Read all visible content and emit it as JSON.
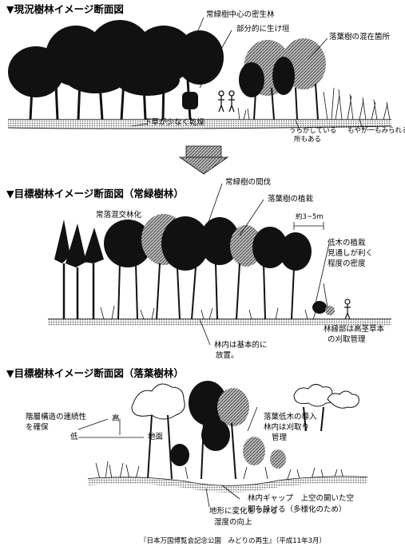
{
  "panel1": {
    "title": "▼現況樹林イメージ断面図",
    "labels": {
      "evergreen_dense": "常緑樹中心の密生林",
      "partial_hedge": "部分的に生け垣",
      "deciduous_mixed": "落葉樹の混在箇所",
      "understory_scarce": "下草が少なく乾燥",
      "bare_line1": "うらがしている",
      "bare_line2": "所もある",
      "some_visible": "もやが一もみられる"
    }
  },
  "panel2": {
    "title": "▼目標樹林イメージ断面図（常緑樹林）",
    "labels": {
      "evergreen_thinning": "常緑樹の間伐",
      "mixed_forest": "常落混交林化",
      "deciduous_planting": "落葉樹の植栽",
      "spacing": "約3~5m",
      "shrub_line1": "低木の植栽",
      "shrub_line2": "見通しが利く",
      "shrub_line3": "程度の密度",
      "edge_line1": "林縁部は高茎草本",
      "edge_line2": "の刈取管理",
      "interior_line1": "林内は基本的に",
      "interior_line2": "放置。"
    }
  },
  "panel3": {
    "title": "▼目標樹林イメージ断面図（落葉樹林）",
    "labels": {
      "layer_line1": "階層構造の連続性",
      "layer_line2": "を確保",
      "high": "高",
      "low": "低",
      "ground": "地面",
      "shrub_intro_line1": "落葉低木の導入",
      "shrub_intro_line2": "林内は刈取り",
      "shrub_intro_line3": "管理",
      "gap_line1": "林内ギャップ　上空の開いた空",
      "gap_line2": "間を設ける（多様化のため）",
      "terrain_line1": "地形に変化をつける",
      "terrain_line2": "湿度の向上"
    }
  },
  "source": "『日本万国博覧会記念公園　みどりの再生』（平成11年3月）"
}
